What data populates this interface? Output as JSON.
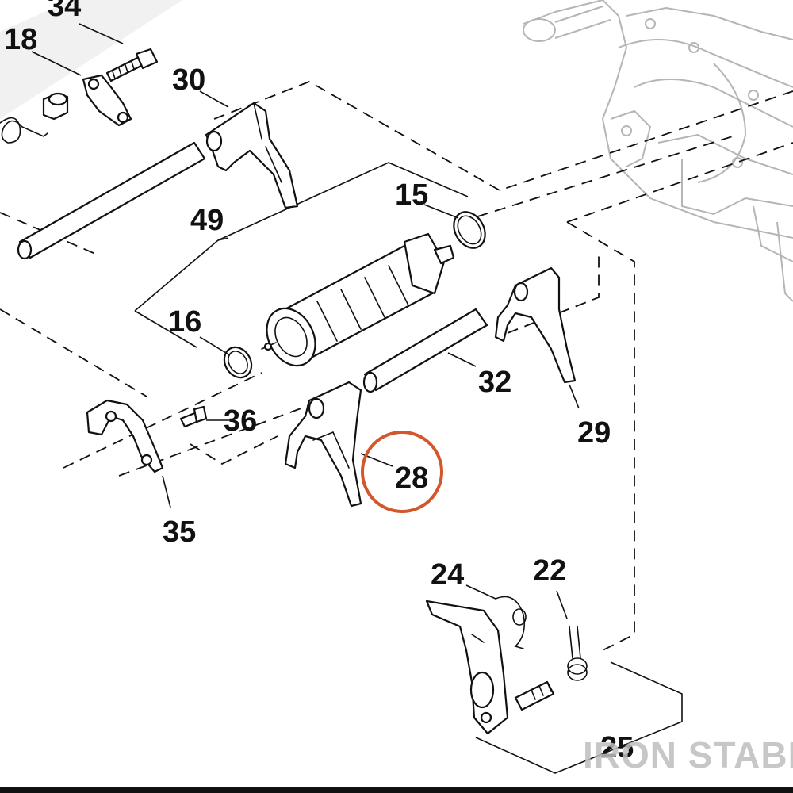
{
  "diagram": {
    "part_labels": {
      "p34": "34",
      "p18": "18",
      "p30": "30",
      "p49": "49",
      "p15": "15",
      "p16": "16",
      "p36": "36",
      "p32": "32",
      "p29": "29",
      "p28": "28",
      "p35": "35",
      "p24": "24",
      "p22": "22",
      "p25": "25"
    },
    "highlighted_part": "28",
    "highlight_color": "#d2572b",
    "watermark": "IRON STABLE",
    "watermark_color": "#bdbdbd"
  }
}
